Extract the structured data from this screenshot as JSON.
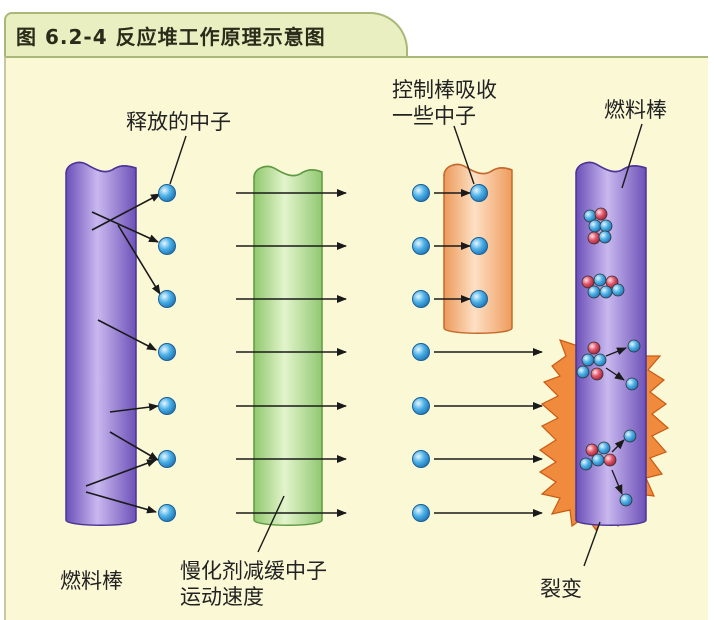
{
  "title": "图 6.2-4 反应堆工作原理示意图",
  "labels": {
    "released_neutron": "释放的中子",
    "control_rod_line1": "控制棒吸收",
    "control_rod_line2": "一些中子",
    "fuel_rod_top_right": "燃料棒",
    "fuel_rod_bottom_left": "燃料棒",
    "moderator_line1": "慢化剂减缓中子",
    "moderator_line2": "运动速度",
    "fission": "裂变"
  },
  "colors": {
    "background": "#fbf8d6",
    "title_tab": "#e9efc0",
    "fuel_rod": "#8a6fd0",
    "moderator": "#a9d98a",
    "control_rod": "#f3b07a",
    "fission_burst": "#f08a3c",
    "neutron": "#3aa0d8",
    "proton": "#d8435a"
  }
}
